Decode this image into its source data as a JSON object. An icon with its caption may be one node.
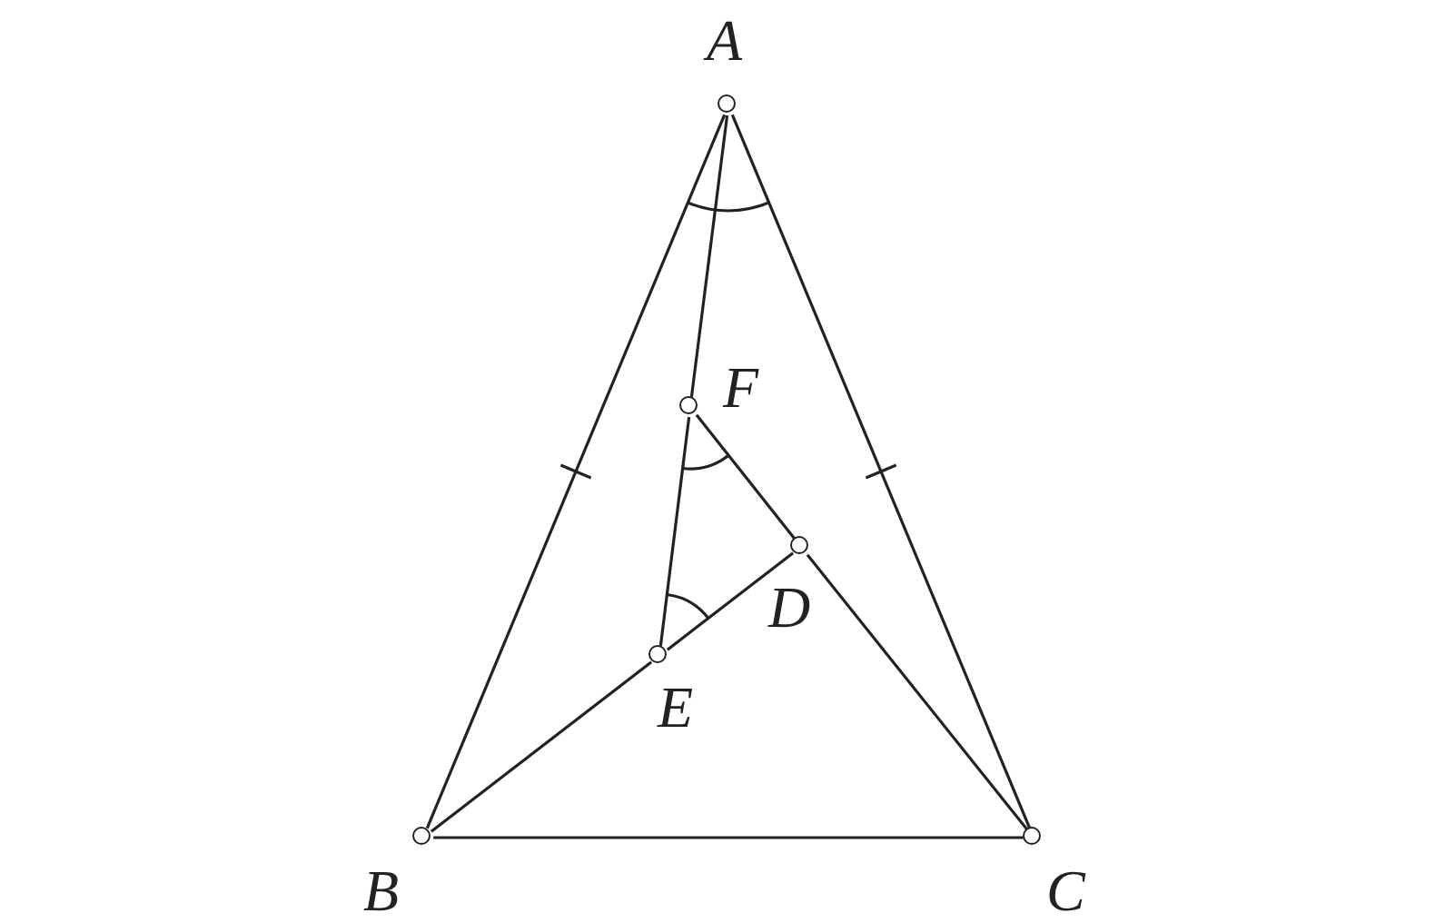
{
  "diagram": {
    "nodes": [
      {
        "text": [
          "A"
        ]
      },
      {
        "text": [
          "B"
        ]
      },
      {
        "text": [
          "C"
        ]
      },
      {
        "text": [
          "D"
        ]
      },
      {
        "text": [
          "E"
        ]
      },
      {
        "text": [
          "F"
        ]
      }
    ],
    "edges": [
      {
        "from": 0,
        "to": 1,
        "arrow": "none"
      },
      {
        "from": 0,
        "to": 2,
        "arrow": "none"
      },
      {
        "from": 1,
        "to": 2,
        "arrow": "none"
      },
      {
        "from": 0,
        "to": 5,
        "arrow": "none"
      },
      {
        "from": 5,
        "to": 4,
        "arrow": "none"
      },
      {
        "from": 1,
        "to": 4,
        "arrow": "none"
      },
      {
        "from": 4,
        "to": 3,
        "arrow": "none"
      },
      {
        "from": 5,
        "to": 3,
        "arrow": "none"
      },
      {
        "from": 3,
        "to": 2,
        "arrow": "none"
      }
    ]
  }
}
